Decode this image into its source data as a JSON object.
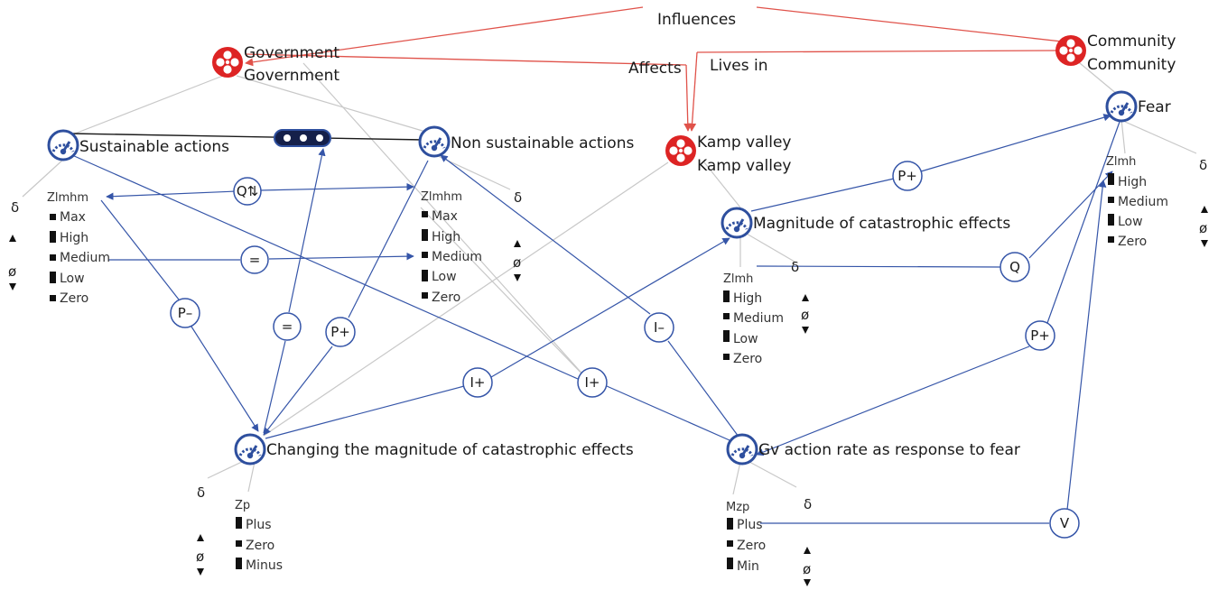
{
  "colors": {
    "entity": "#dd2424",
    "quantity": "#2e4f9e",
    "causal": "#3555a8",
    "structural": "#c8c8c8",
    "influence": "#e0524a"
  },
  "entities": [
    {
      "id": "government",
      "name": "Government",
      "type": "Government"
    },
    {
      "id": "community",
      "name": "Community",
      "type": "Community"
    },
    {
      "id": "kamp",
      "name": "Kamp valley",
      "type": "Kamp valley"
    }
  ],
  "entity_relations": [
    "Influences",
    "Affects",
    "Lives in"
  ],
  "quantities": [
    {
      "id": "sa",
      "name": "Sustainable actions",
      "qs_name": "Zlmhm",
      "values": [
        "Max",
        "High",
        "Medium",
        "Low",
        "Zero"
      ]
    },
    {
      "id": "nsa",
      "name": "Non sustainable actions",
      "qs_name": "Zlmhm",
      "values": [
        "Max",
        "High",
        "Medium",
        "Low",
        "Zero"
      ]
    },
    {
      "id": "fear",
      "name": "Fear",
      "qs_name": "Zlmh",
      "values": [
        "High",
        "Medium",
        "Low",
        "Zero"
      ]
    },
    {
      "id": "mce",
      "name": "Magnitude of catastrophic effects",
      "qs_name": "Zlmh",
      "values": [
        "High",
        "Medium",
        "Low",
        "Zero"
      ]
    },
    {
      "id": "cmce",
      "name": "Changing the magnitude of catastrophic effects",
      "qs_name": "Zp",
      "values": [
        "Plus",
        "Zero",
        "Minus"
      ]
    },
    {
      "id": "gv",
      "name": "Gv action rate as response to fear",
      "qs_name": "Mzp",
      "values": [
        "Plus",
        "Zero",
        "Min"
      ]
    }
  ],
  "derivative": {
    "delta": "δ",
    "zero": "ø"
  },
  "dependencies": {
    "qcorr": "Q⇅",
    "eq": "=",
    "p_minus": "P–",
    "p_plus": "P+",
    "i_plus": "I+",
    "i_minus": "I–",
    "q": "Q",
    "v": "V"
  },
  "icons": {
    "entity": "entity-reel-icon",
    "quantity": "quantity-gauge-icon",
    "correspondence": "correspondence-dots-icon"
  }
}
